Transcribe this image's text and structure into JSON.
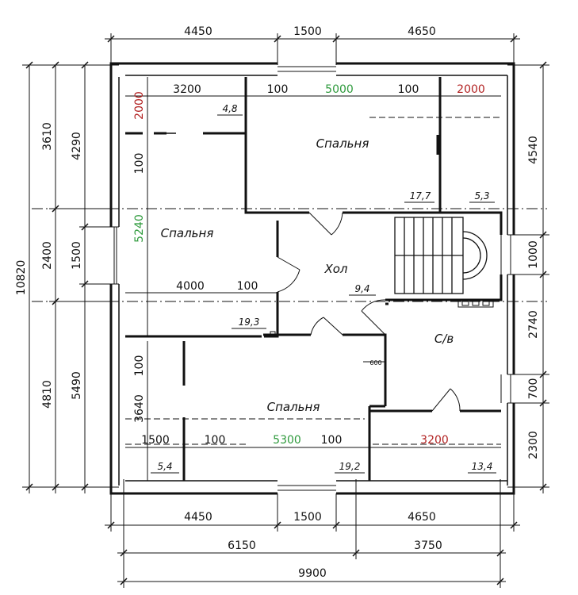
{
  "colors": {
    "line": "#111111",
    "green_dimension": "#2e9a3c",
    "red_dimension": "#b22222",
    "background": "#ffffff"
  },
  "dimensions": {
    "top": [
      "4450",
      "1500",
      "4650"
    ],
    "bottom_row1": [
      "4450",
      "1500",
      "4650"
    ],
    "bottom_row2": [
      "6150",
      "3750"
    ],
    "bottom_row3": "9900",
    "left_outer": "10820",
    "left_middle": [
      "3610",
      "2400",
      "4810"
    ],
    "left_inner": [
      "4290",
      "1500",
      "5490"
    ],
    "right": [
      "4540",
      "1000",
      "2740",
      "700",
      "2300"
    ]
  },
  "rooms": {
    "bedroom_top": {
      "label": "Спальня",
      "area": "17,7"
    },
    "bedroom_left": {
      "label": "Спальня",
      "area": "19,3"
    },
    "bedroom_bottom": {
      "label": "Спальня",
      "area": "19,2"
    },
    "hall": {
      "label": "Хол",
      "area": "9,4"
    },
    "bathroom": {
      "label": "С/в",
      "area": ""
    },
    "closet_top_left": {
      "area": "4,8"
    },
    "closet_top_right": {
      "area": "5,3"
    },
    "closet_bottom_left": {
      "area": "5,4"
    },
    "closet_bottom_right": {
      "area": "13,4"
    }
  },
  "interior_dims": {
    "top_left_width": "3200",
    "top_left_height": "2000",
    "top_bed_100_a": "100",
    "top_bed_width": "5000",
    "top_bed_100_b": "100",
    "top_right_width": "2000",
    "left_bed_100": "100",
    "left_bed_height": "5240",
    "left_bed_width": "4000",
    "left_bed_100_b": "100",
    "bottom_left_100": "100",
    "bottom_left_height": "3640",
    "bottom_left_width": "1500",
    "bottom_bed_100_a": "100",
    "bottom_bed_width": "5300",
    "bottom_bed_100_b": "100",
    "bottom_right_width": "3200",
    "door_600": "600"
  }
}
